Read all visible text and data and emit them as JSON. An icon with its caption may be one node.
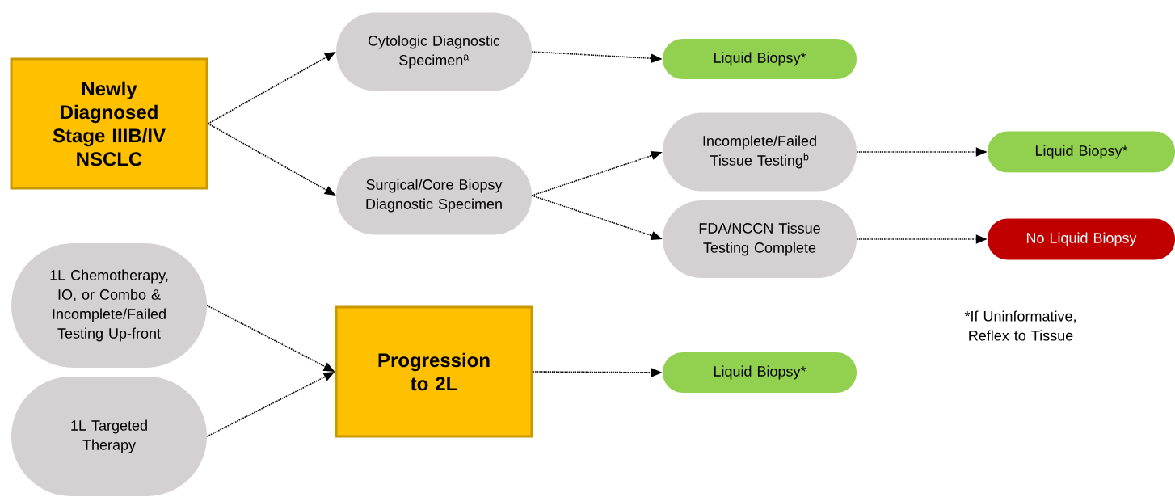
{
  "diagram": {
    "nodes": [
      {
        "text": [
          "Newly Diagnosed Stage IIIB/IV NSCLC"
        ]
      },
      {
        "text": [
          "Cytologic Diagnostic Specimen$^{a}$"
        ]
      },
      {
        "text": [
          "Liquid Biopsy*"
        ]
      },
      {
        "text": [
          "Surgical/Core Biopsy Diagnostic Specimen"
        ]
      },
      {
        "text": [
          "Incomplete/Failed Tissue Testing$^{b}$"
        ]
      },
      {
        "text": [
          "Liquid Biopsy*"
        ]
      },
      {
        "text": [
          "FDA/NCCN Tissue Testing Complete"
        ]
      },
      {
        "text": [
          "No Liquid Biopsy"
        ]
      },
      {
        "text": [
          "1L Chemotherapy, IO, or Combo & Incomplete/Failed Testing Up-front"
        ]
      },
      {
        "text": [
          "Progression to 2L"
        ]
      },
      {
        "text": [
          "Liquid Biopsy*"
        ]
      },
      {
        "text": [
          "1L Targeted Therapy"
        ]
      }
    ],
    "edges": [
      {
        "from": 0,
        "to": 1,
        "arrow": "to"
      },
      {
        "from": 0,
        "to": 3,
        "arrow": "to"
      },
      {
        "from": 1,
        "to": 2,
        "arrow": "to"
      },
      {
        "from": 3,
        "to": 4,
        "arrow": "to"
      },
      {
        "from": 3,
        "to": 6,
        "arrow": "to"
      },
      {
        "from": 4,
        "to": 5,
        "arrow": "to"
      },
      {
        "from": 6,
        "to": 7,
        "arrow": "to"
      },
      {
        "from": 8,
        "to": 9,
        "arrow": "to"
      },
      {
        "from": 11,
        "to": 9,
        "arrow": "to"
      },
      {
        "from": 9,
        "to": 10,
        "arrow": "to"
      }
    ],
    "labels": [
      "*If Uninformative, Reflex to Tissue"
    ]
  }
}
